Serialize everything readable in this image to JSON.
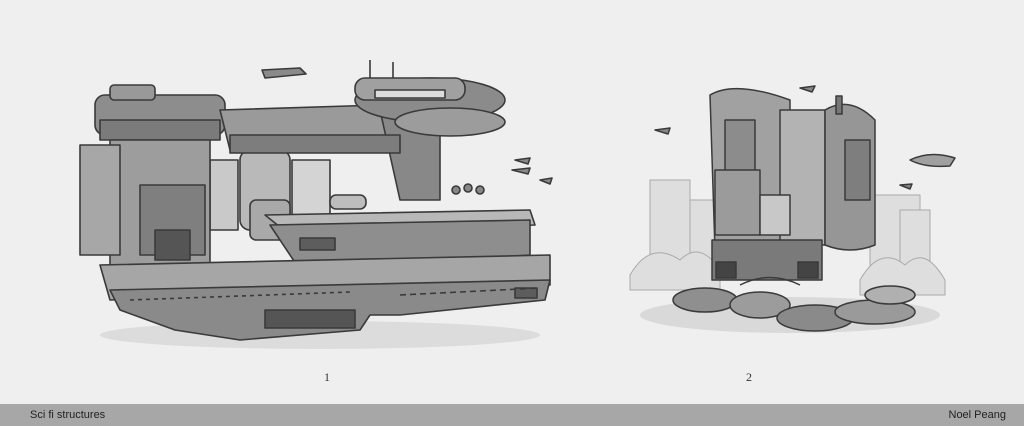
{
  "sketches": [
    {
      "number": "1",
      "subject": "industrial-platform-structure"
    },
    {
      "number": "2",
      "subject": "tower-cluster-structure"
    }
  ],
  "footer": {
    "title": "Sci fi structures",
    "author": "Noel Peang"
  },
  "colors": {
    "background": "#efefef",
    "footer": "#a7a7a7",
    "ink": "#3a3a3a",
    "mid_tone": "#9a9a9a",
    "light_tone": "#c4c4c4",
    "dark_tone": "#5a5a5a"
  }
}
